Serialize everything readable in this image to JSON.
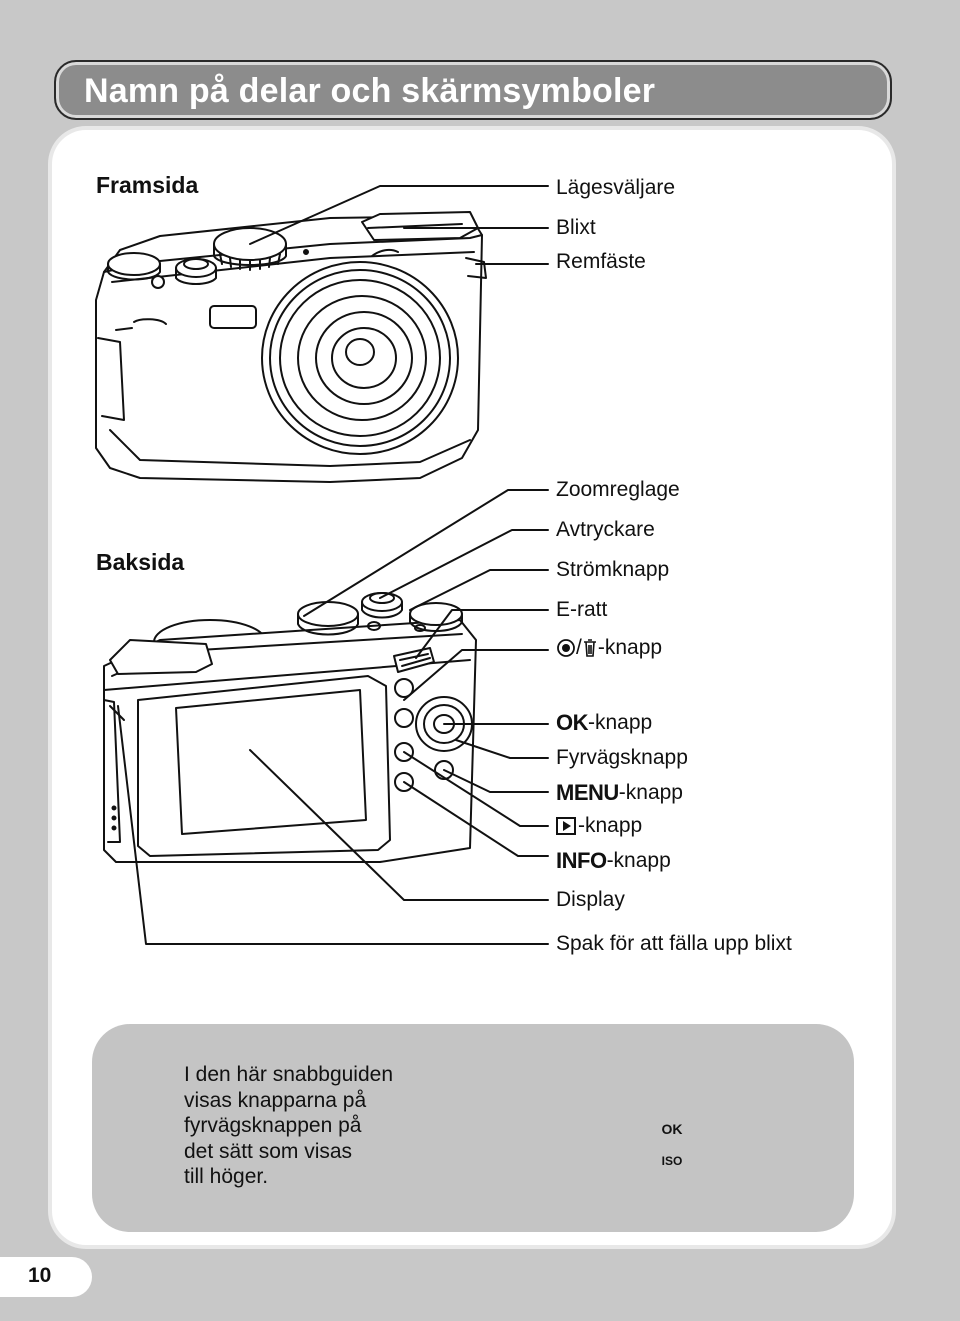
{
  "title": "Namn på delar och skärmsymboler",
  "front": {
    "heading": "Framsida",
    "callouts": [
      "Lägesväljare",
      "Blixt",
      "Remfäste"
    ]
  },
  "back": {
    "heading": "Baksida",
    "callouts": {
      "zoom": "Zoomreglage",
      "shutter": "Avtryckare",
      "power": "Strömknapp",
      "edial": "E-ratt",
      "ae_delete": "-knapp",
      "ok_prefix": "OK",
      "ok_suffix": "-knapp",
      "fourway": "Fyrvägsknapp",
      "menu_prefix": "MENU",
      "menu_suffix": "-knapp",
      "play_suffix": "-knapp",
      "info_prefix": "INFO",
      "info_suffix": "-knapp",
      "display": "Display",
      "flash_lever": "Spak för att fälla upp blixt"
    }
  },
  "note": {
    "text": "I den här snabbguiden\nvisas knapparna på\nfyrvägsknappen på\ndet sätt som visas\ntill höger.",
    "dial_center": "OK",
    "dial_bottom": "ISO"
  },
  "icons": {
    "ae_lock": "ae-lock-icon",
    "trash": "trash-icon",
    "playback": "playback-icon",
    "flash": "flash-icon",
    "macro": "macro-icon",
    "drive": "drive-mode-icon",
    "selftimer": "self-timer-icon"
  },
  "page_number": "10"
}
